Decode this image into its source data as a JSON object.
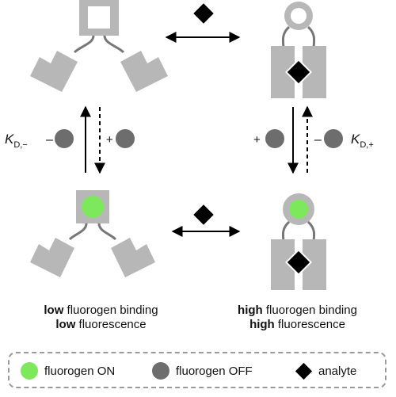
{
  "kd_minus": {
    "main": "K",
    "sub": "D,−"
  },
  "kd_plus": {
    "main": "K",
    "sub": "D,+"
  },
  "signs": {
    "minus": "–",
    "plus": "+"
  },
  "captions": {
    "left": {
      "line1_bold": "low",
      "line1_rest": " fluorogen binding",
      "line2_bold": "low",
      "line2_rest": " fluorescence"
    },
    "right": {
      "line1_bold": "high",
      "line1_rest": " fluorogen binding",
      "line2_bold": "high",
      "line2_rest": " fluorescence"
    }
  },
  "legend": {
    "on_label": "fluorogen ON",
    "off_label": "fluorogen OFF",
    "analyte_label": "analyte"
  },
  "colors": {
    "structure": "#b7b7b7",
    "linker": "#777777",
    "fluorogen_on": "#7ee85c",
    "fluorogen_off": "#6d6d6d",
    "analyte": "#000000",
    "arrow": "#000000"
  }
}
